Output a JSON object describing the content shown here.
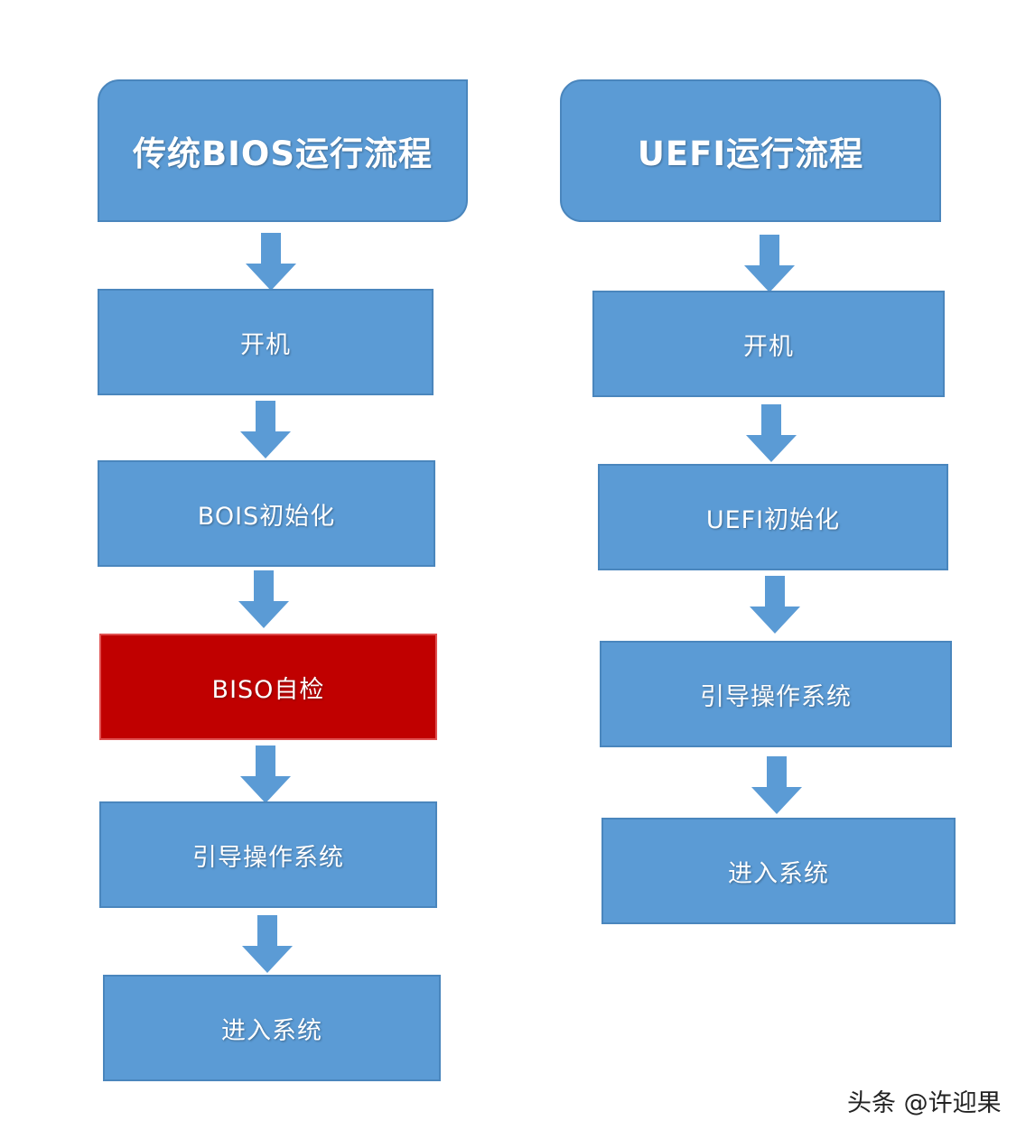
{
  "left_flow": {
    "title": "传统BIOS运行流程",
    "steps": [
      "开机",
      "BOIS初始化",
      "BISO自检",
      "引导操作系统",
      "进入系统"
    ]
  },
  "right_flow": {
    "title": "UEFI运行流程",
    "steps": [
      "开机",
      "UEFI初始化",
      "引导操作系统",
      "进入系统"
    ]
  },
  "watermark": "头条 @许迎果",
  "colors": {
    "box": "#5b9bd5",
    "highlight": "#c00000",
    "arrow": "#5b9bd5"
  }
}
